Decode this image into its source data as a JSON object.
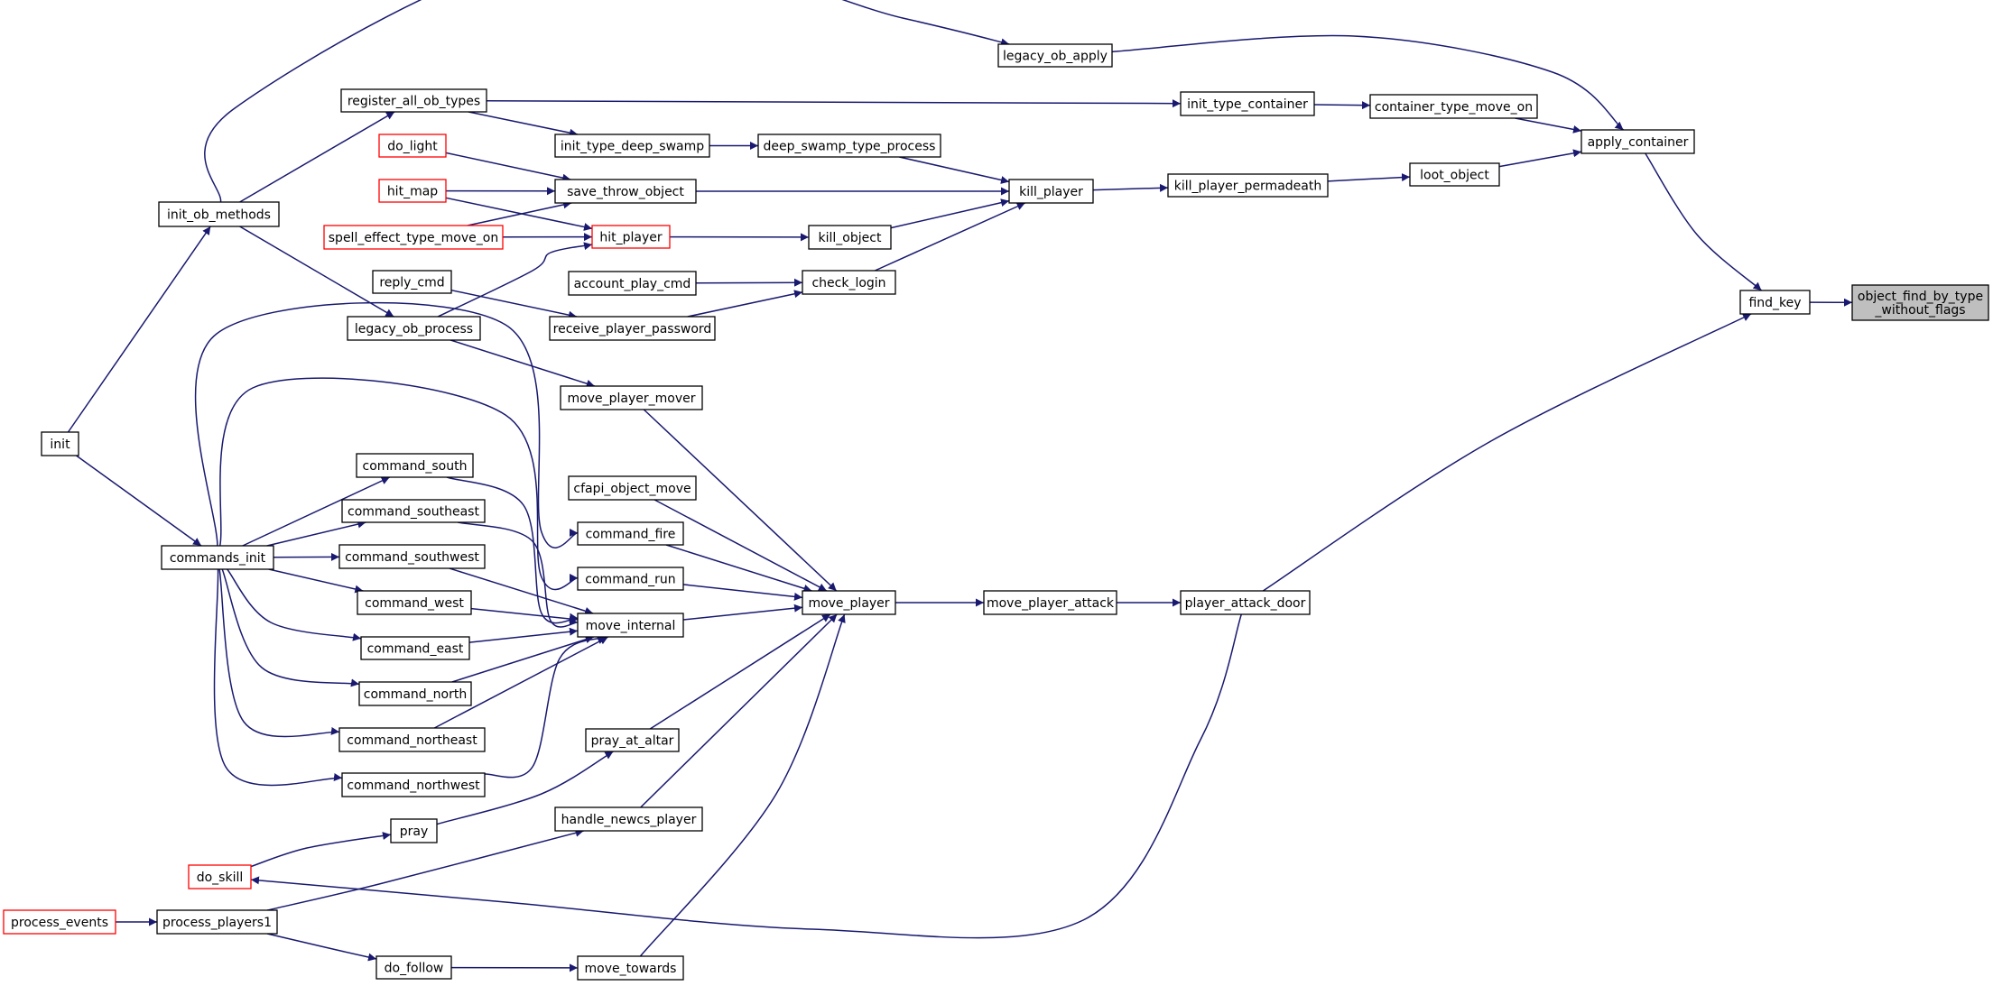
{
  "graph": {
    "title": "",
    "colors": {
      "edge": "#191970",
      "node_border": "#000000",
      "incomplete_border": "#ff0000",
      "root_fill": "#bfbfbf"
    },
    "nodes": [
      {
        "id": "object_find_by_type_without_flags",
        "lines": [
          "object_find_by_type",
          "_without_flags"
        ],
        "style": "root"
      },
      {
        "id": "find_key",
        "lines": [
          "find_key"
        ]
      },
      {
        "id": "apply_container",
        "lines": [
          "apply_container"
        ]
      },
      {
        "id": "legacy_ob_apply",
        "lines": [
          "legacy_ob_apply"
        ]
      },
      {
        "id": "container_type_move_on",
        "lines": [
          "container_type_move_on"
        ]
      },
      {
        "id": "init_type_container",
        "lines": [
          "init_type_container"
        ]
      },
      {
        "id": "register_all_ob_types",
        "lines": [
          "register_all_ob_types"
        ]
      },
      {
        "id": "init_ob_methods",
        "lines": [
          "init_ob_methods"
        ]
      },
      {
        "id": "init",
        "lines": [
          "init"
        ]
      },
      {
        "id": "loot_object",
        "lines": [
          "loot_object"
        ]
      },
      {
        "id": "kill_player_permadeath",
        "lines": [
          "kill_player_permadeath"
        ]
      },
      {
        "id": "kill_player",
        "lines": [
          "kill_player"
        ]
      },
      {
        "id": "deep_swamp_type_process",
        "lines": [
          "deep_swamp_type_process"
        ]
      },
      {
        "id": "init_type_deep_swamp",
        "lines": [
          "init_type_deep_swamp"
        ]
      },
      {
        "id": "save_throw_object",
        "lines": [
          "save_throw_object"
        ]
      },
      {
        "id": "do_light",
        "lines": [
          "do_light"
        ],
        "style": "incomplete"
      },
      {
        "id": "hit_map",
        "lines": [
          "hit_map"
        ],
        "style": "incomplete"
      },
      {
        "id": "spell_effect_type_move_on",
        "lines": [
          "spell_effect_type_move_on"
        ],
        "style": "incomplete"
      },
      {
        "id": "hit_player",
        "lines": [
          "hit_player"
        ],
        "style": "incomplete"
      },
      {
        "id": "kill_object",
        "lines": [
          "kill_object"
        ]
      },
      {
        "id": "legacy_ob_process",
        "lines": [
          "legacy_ob_process"
        ]
      },
      {
        "id": "check_login",
        "lines": [
          "check_login"
        ]
      },
      {
        "id": "account_play_cmd",
        "lines": [
          "account_play_cmd"
        ]
      },
      {
        "id": "receive_player_password",
        "lines": [
          "receive_player_password"
        ]
      },
      {
        "id": "reply_cmd",
        "lines": [
          "reply_cmd"
        ]
      },
      {
        "id": "player_attack_door",
        "lines": [
          "player_attack_door"
        ]
      },
      {
        "id": "move_player_attack",
        "lines": [
          "move_player_attack"
        ]
      },
      {
        "id": "move_player",
        "lines": [
          "move_player"
        ]
      },
      {
        "id": "move_player_mover",
        "lines": [
          "move_player_mover"
        ]
      },
      {
        "id": "cfapi_object_move",
        "lines": [
          "cfapi_object_move"
        ]
      },
      {
        "id": "command_fire",
        "lines": [
          "command_fire"
        ]
      },
      {
        "id": "command_run",
        "lines": [
          "command_run"
        ]
      },
      {
        "id": "move_internal",
        "lines": [
          "move_internal"
        ]
      },
      {
        "id": "commands_init",
        "lines": [
          "commands_init"
        ]
      },
      {
        "id": "command_south",
        "lines": [
          "command_south"
        ]
      },
      {
        "id": "command_southeast",
        "lines": [
          "command_southeast"
        ]
      },
      {
        "id": "command_southwest",
        "lines": [
          "command_southwest"
        ]
      },
      {
        "id": "command_west",
        "lines": [
          "command_west"
        ]
      },
      {
        "id": "command_east",
        "lines": [
          "command_east"
        ]
      },
      {
        "id": "command_north",
        "lines": [
          "command_north"
        ]
      },
      {
        "id": "command_northeast",
        "lines": [
          "command_northeast"
        ]
      },
      {
        "id": "command_northwest",
        "lines": [
          "command_northwest"
        ]
      },
      {
        "id": "pray_at_altar",
        "lines": [
          "pray_at_altar"
        ]
      },
      {
        "id": "pray",
        "lines": [
          "pray"
        ]
      },
      {
        "id": "do_skill",
        "lines": [
          "do_skill"
        ],
        "style": "incomplete"
      },
      {
        "id": "handle_newcs_player",
        "lines": [
          "handle_newcs_player"
        ]
      },
      {
        "id": "process_players1",
        "lines": [
          "process_players1"
        ]
      },
      {
        "id": "process_events",
        "lines": [
          "process_events"
        ],
        "style": "incomplete"
      },
      {
        "id": "do_follow",
        "lines": [
          "do_follow"
        ]
      },
      {
        "id": "move_towards",
        "lines": [
          "move_towards"
        ]
      }
    ],
    "edges": [
      {
        "from": "find_key",
        "to": "object_find_by_type_without_flags"
      },
      {
        "from": "apply_container",
        "to": "find_key"
      },
      {
        "from": "player_attack_door",
        "to": "find_key"
      },
      {
        "from": "legacy_ob_apply",
        "to": "apply_container"
      },
      {
        "from": "container_type_move_on",
        "to": "apply_container"
      },
      {
        "from": "loot_object",
        "to": "apply_container"
      },
      {
        "from": "init_ob_methods",
        "to": "legacy_ob_apply"
      },
      {
        "from": "init_type_container",
        "to": "container_type_move_on"
      },
      {
        "from": "register_all_ob_types",
        "to": "init_type_container"
      },
      {
        "from": "init_ob_methods",
        "to": "register_all_ob_types"
      },
      {
        "from": "init",
        "to": "init_ob_methods"
      },
      {
        "from": "kill_player_permadeath",
        "to": "loot_object"
      },
      {
        "from": "kill_player",
        "to": "kill_player_permadeath"
      },
      {
        "from": "deep_swamp_type_process",
        "to": "kill_player"
      },
      {
        "from": "save_throw_object",
        "to": "kill_player"
      },
      {
        "from": "kill_object",
        "to": "kill_player"
      },
      {
        "from": "check_login",
        "to": "kill_player"
      },
      {
        "from": "init_type_deep_swamp",
        "to": "deep_swamp_type_process"
      },
      {
        "from": "register_all_ob_types",
        "to": "init_type_deep_swamp"
      },
      {
        "from": "do_light",
        "to": "save_throw_object"
      },
      {
        "from": "hit_map",
        "to": "save_throw_object"
      },
      {
        "from": "spell_effect_type_move_on",
        "to": "save_throw_object"
      },
      {
        "from": "hit_map",
        "to": "hit_player"
      },
      {
        "from": "spell_effect_type_move_on",
        "to": "hit_player"
      },
      {
        "from": "legacy_ob_process",
        "to": "hit_player"
      },
      {
        "from": "hit_player",
        "to": "kill_object"
      },
      {
        "from": "init_ob_methods",
        "to": "legacy_ob_process"
      },
      {
        "from": "account_play_cmd",
        "to": "check_login"
      },
      {
        "from": "receive_player_password",
        "to": "check_login"
      },
      {
        "from": "reply_cmd",
        "to": "receive_player_password"
      },
      {
        "from": "move_player_attack",
        "to": "player_attack_door"
      },
      {
        "from": "move_player",
        "to": "move_player_attack"
      },
      {
        "from": "legacy_ob_process",
        "to": "move_player_mover"
      },
      {
        "from": "move_player_mover",
        "to": "move_player"
      },
      {
        "from": "cfapi_object_move",
        "to": "move_player"
      },
      {
        "from": "command_fire",
        "to": "move_player"
      },
      {
        "from": "command_run",
        "to": "move_player"
      },
      {
        "from": "move_internal",
        "to": "move_player"
      },
      {
        "from": "pray_at_altar",
        "to": "move_player"
      },
      {
        "from": "handle_newcs_player",
        "to": "move_player"
      },
      {
        "from": "move_towards",
        "to": "move_player"
      },
      {
        "from": "commands_init",
        "to": "command_fire"
      },
      {
        "from": "commands_init",
        "to": "command_run"
      },
      {
        "from": "command_south",
        "to": "move_internal"
      },
      {
        "from": "command_southeast",
        "to": "move_internal"
      },
      {
        "from": "command_southwest",
        "to": "move_internal"
      },
      {
        "from": "command_west",
        "to": "move_internal"
      },
      {
        "from": "command_east",
        "to": "move_internal"
      },
      {
        "from": "command_north",
        "to": "move_internal"
      },
      {
        "from": "command_northeast",
        "to": "move_internal"
      },
      {
        "from": "command_northwest",
        "to": "move_internal"
      },
      {
        "from": "init",
        "to": "commands_init"
      },
      {
        "from": "commands_init",
        "to": "command_south"
      },
      {
        "from": "commands_init",
        "to": "command_southeast"
      },
      {
        "from": "commands_init",
        "to": "command_southwest"
      },
      {
        "from": "commands_init",
        "to": "command_west"
      },
      {
        "from": "commands_init",
        "to": "command_east"
      },
      {
        "from": "commands_init",
        "to": "command_north"
      },
      {
        "from": "commands_init",
        "to": "command_northeast"
      },
      {
        "from": "commands_init",
        "to": "command_northwest"
      },
      {
        "from": "pray",
        "to": "pray_at_altar"
      },
      {
        "from": "do_skill",
        "to": "pray"
      },
      {
        "from": "player_attack_door",
        "to": "do_skill"
      },
      {
        "from": "process_players1",
        "to": "handle_newcs_player"
      },
      {
        "from": "process_events",
        "to": "process_players1"
      },
      {
        "from": "process_players1",
        "to": "do_follow"
      },
      {
        "from": "do_follow",
        "to": "move_towards"
      }
    ]
  }
}
